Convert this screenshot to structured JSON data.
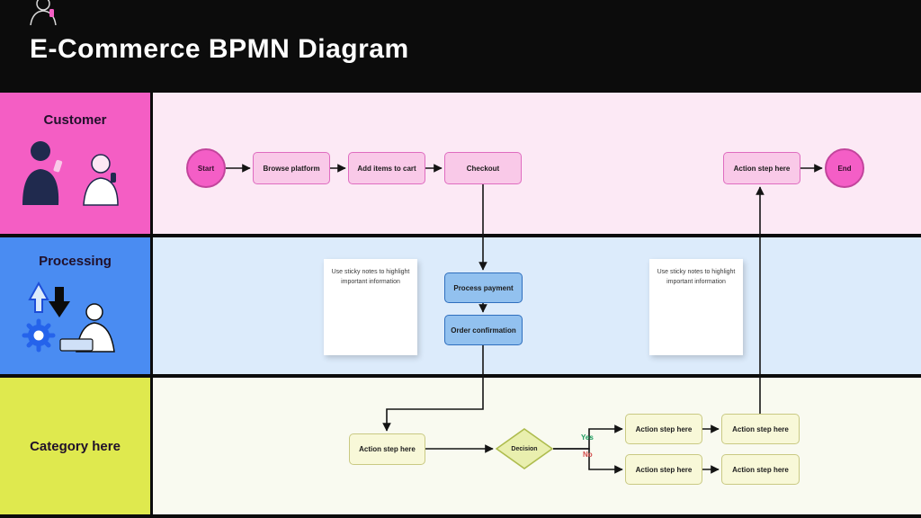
{
  "header": {
    "title": "E-Commerce BPMN Diagram"
  },
  "lanes": {
    "customer": {
      "label": "Customer"
    },
    "processing": {
      "label": "Processing"
    },
    "category": {
      "label": "Category here"
    }
  },
  "customer_flow": {
    "start": "Start",
    "browse": "Browse platform",
    "add_to_cart": "Add items to cart",
    "checkout": "Checkout",
    "action": "Action step here",
    "end": "End"
  },
  "processing_flow": {
    "sticky_note_left": "Use sticky notes to highlight important information",
    "process_payment": "Process payment",
    "order_confirmation": "Order confirmation",
    "sticky_note_right": "Use sticky notes to highlight important information"
  },
  "category_flow": {
    "action": "Action step here",
    "decision": "Decision",
    "yes": "Yes",
    "no": "No",
    "yes_steps": [
      "Action step here",
      "Action step here"
    ],
    "no_steps": [
      "Action step here",
      "Action step here"
    ]
  },
  "colors": {
    "customer_label_bg": "#f45ec4",
    "customer_lane_bg": "#fce9f5",
    "processing_label_bg": "#4a8cf2",
    "processing_lane_bg": "#dcebfb",
    "category_label_bg": "#dfe94e",
    "category_lane_bg": "#f9faf0",
    "task_pink": "#f9c9e8",
    "task_blue": "#92c1ef",
    "task_yellow": "#f8f8d8",
    "yes_color": "#1a9a5c",
    "no_color": "#d44b4b"
  }
}
